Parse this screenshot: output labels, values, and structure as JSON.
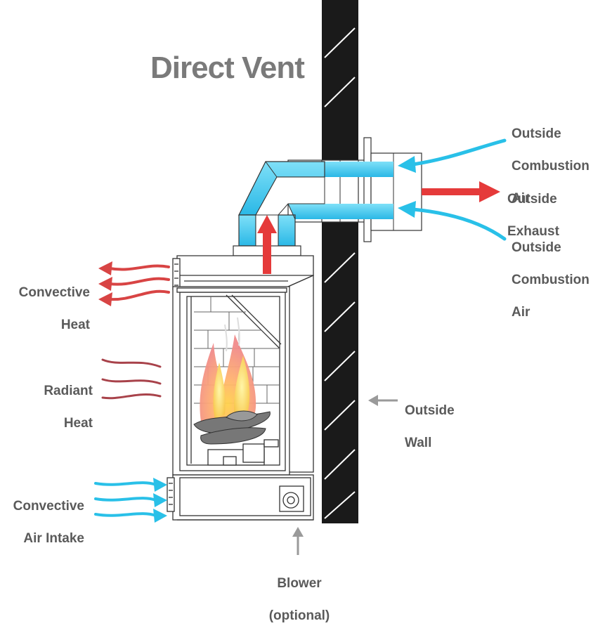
{
  "title": "Direct Vent",
  "labels": {
    "outside_combustion_air_top": [
      "Outside",
      "Combustion",
      "Air"
    ],
    "outside_exhaust": [
      "Outside",
      "Exhaust"
    ],
    "outside_combustion_air_bottom": [
      "Outside",
      "Combustion",
      "Air"
    ],
    "convective_heat": [
      "Convective",
      "Heat"
    ],
    "radiant_heat": [
      "Radiant",
      "Heat"
    ],
    "outside_wall": [
      "Outside",
      "Wall"
    ],
    "convective_air_intake": [
      "Convective",
      "Air Intake"
    ],
    "blower": [
      "Blower",
      "(optional)"
    ]
  },
  "colors": {
    "intake_air": "#29c0e8",
    "exhaust": "#e53a3a",
    "radiant": "#a8424a",
    "wall": "#1a1a1a",
    "label_text": "#5a5a5a",
    "pointer": "#9a9a9a"
  }
}
